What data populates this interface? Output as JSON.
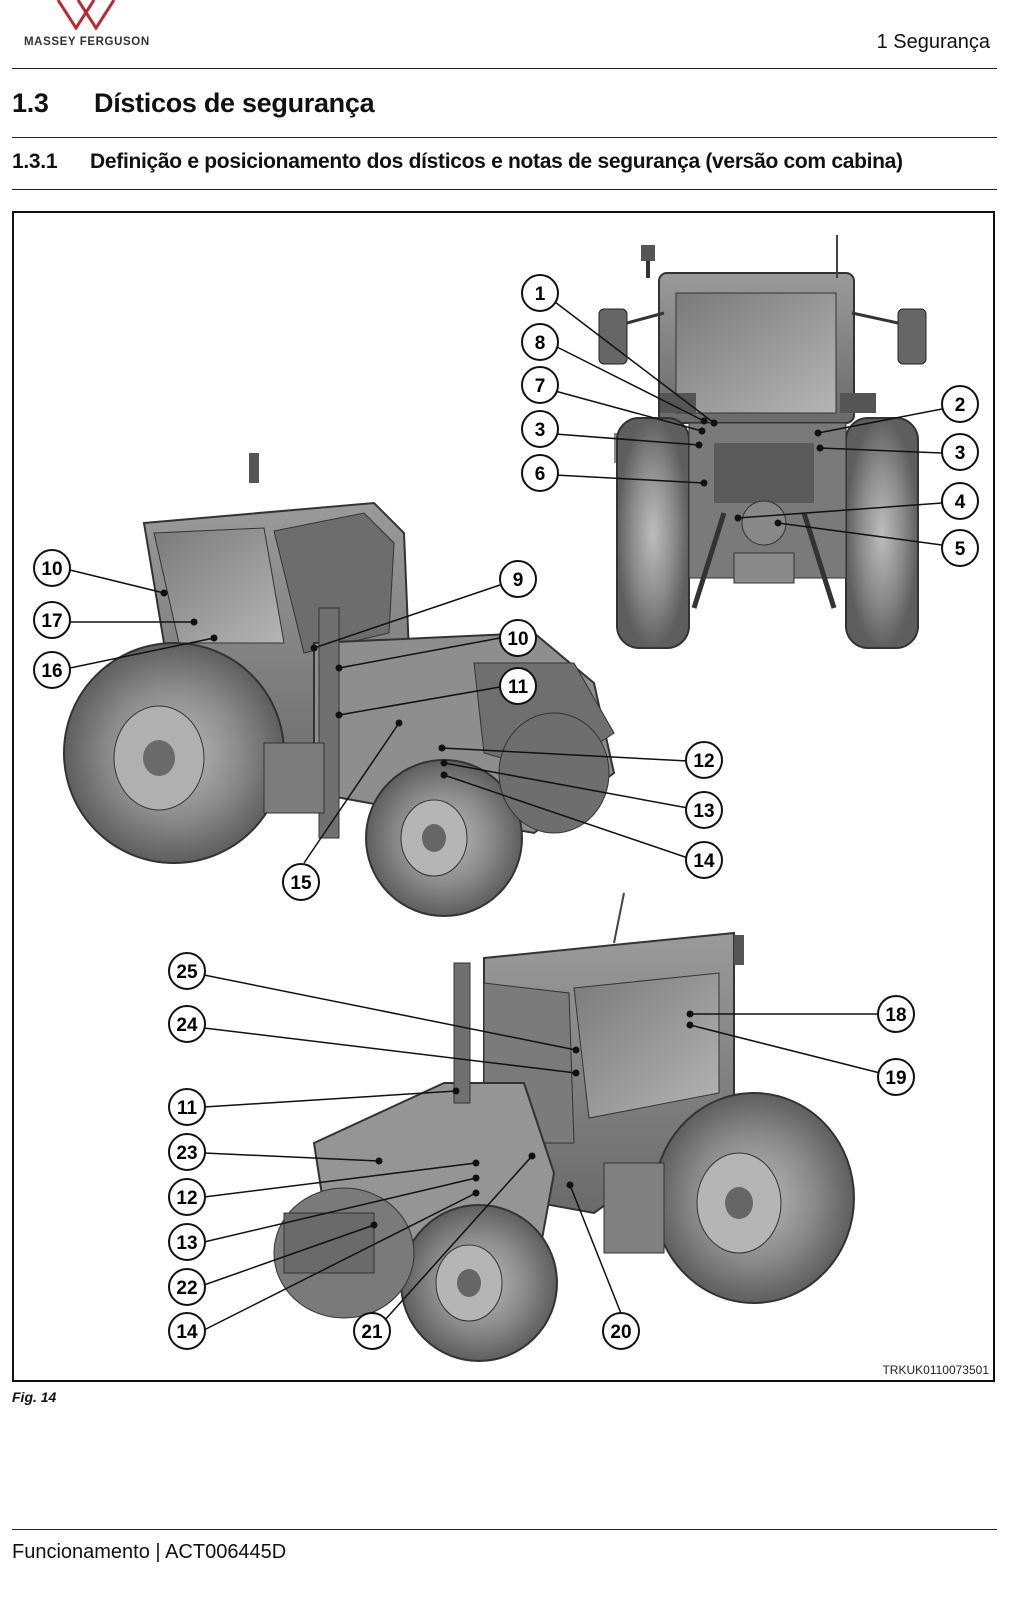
{
  "header": {
    "brand": "MASSEY FERGUSON",
    "chapter": "1 Segurança"
  },
  "section": {
    "number": "1.3",
    "title": "Dísticos de segurança"
  },
  "subsection": {
    "number": "1.3.1",
    "title": "Definição e posicionamento dos dísticos e notas de segurança (versão com cabina)"
  },
  "figure": {
    "code": "TRKUK0110073501",
    "caption": "Fig. 14",
    "callouts": [
      "1",
      "8",
      "7",
      "3",
      "6",
      "2",
      "3",
      "4",
      "5",
      "10",
      "17",
      "16",
      "9",
      "10",
      "11",
      "12",
      "13",
      "14",
      "15",
      "25",
      "24",
      "11",
      "23",
      "12",
      "13",
      "22",
      "14",
      "21",
      "20",
      "18",
      "19"
    ]
  },
  "footer": {
    "text": "Funcionamento | ACT006445D"
  },
  "colors": {
    "brand_red": "#c0262d"
  }
}
